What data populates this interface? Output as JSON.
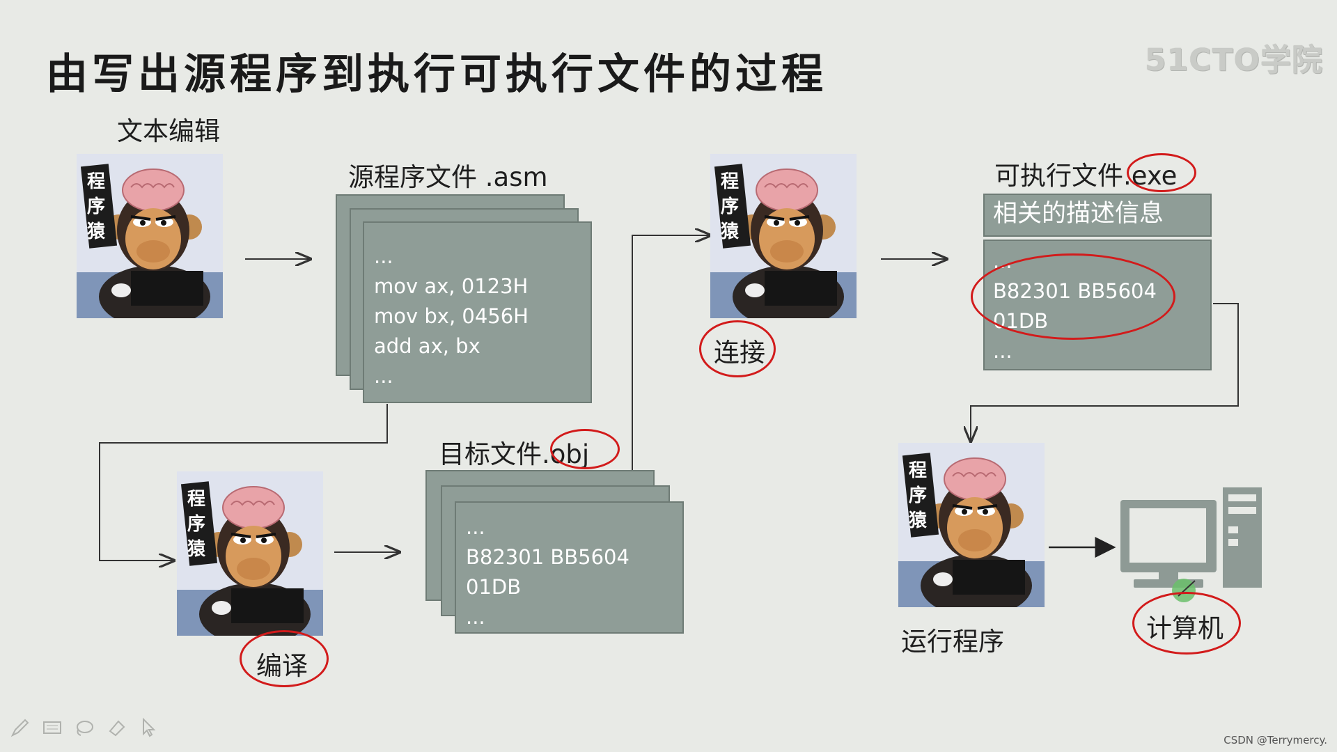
{
  "title": "由写出源程序到执行可执行文件的过程",
  "watermark": "51CTO学院",
  "monkey_badge": [
    "程",
    "序",
    "猿"
  ],
  "labels": {
    "text_edit": "文本编辑",
    "source_file_name": "源程序文件",
    "source_file_ext": ".asm",
    "object_file_name": "目标文件",
    "object_file_ext": ".obj",
    "exe_file_name": "可执行文件",
    "exe_file_ext": ".exe",
    "compile": "编译",
    "link": "连接",
    "run": "运行程序",
    "computer": "计算机"
  },
  "source_code": "...\nmov ax, 0123H\nmov bx, 0456H\nadd ax, bx\n...",
  "object_code": "...\nB82301 BB5604\n01DB\n...",
  "exe_header": "相关的描述信息",
  "exe_body": "...\nB82301 BB5604\n01DB\n...",
  "credit": "CSDN @Terrymercy."
}
